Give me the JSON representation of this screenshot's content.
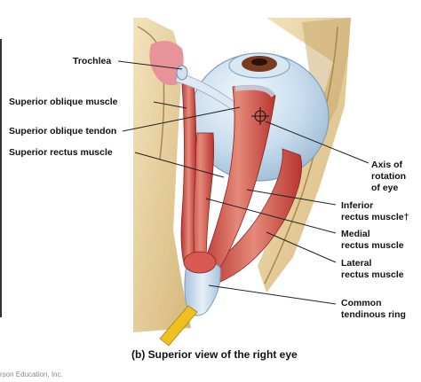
{
  "labels": {
    "trochlea": "Trochlea",
    "superior_oblique_muscle": "Superior oblique muscle",
    "superior_oblique_tendon": "Superior oblique tendon",
    "superior_rectus_muscle": "Superior rectus muscle",
    "axis_of_rotation": [
      "Axis of",
      "rotation",
      "of eye"
    ],
    "inferior_rectus_muscle": [
      "Inferior",
      "rectus muscle†"
    ],
    "medial_rectus_muscle": [
      "Medial",
      "rectus muscle"
    ],
    "lateral_rectus_muscle": [
      "Lateral",
      "rectus muscle"
    ],
    "common_tendinous_ring": [
      "Common",
      "tendinous ring"
    ]
  },
  "caption": "(b) Superior view of the right eye",
  "credit": "rson Education, Inc.",
  "colors": {
    "muscle": "#c9443e",
    "muscle_light": "#e27a6c",
    "bone": "#e8d3a4",
    "bone_dark": "#b99a5a",
    "eyeball": "#cfe2f0",
    "iris": "#7a3b20",
    "tendon": "#d9e6f2",
    "nerve": "#f0c020",
    "leader_line": "#222222"
  }
}
